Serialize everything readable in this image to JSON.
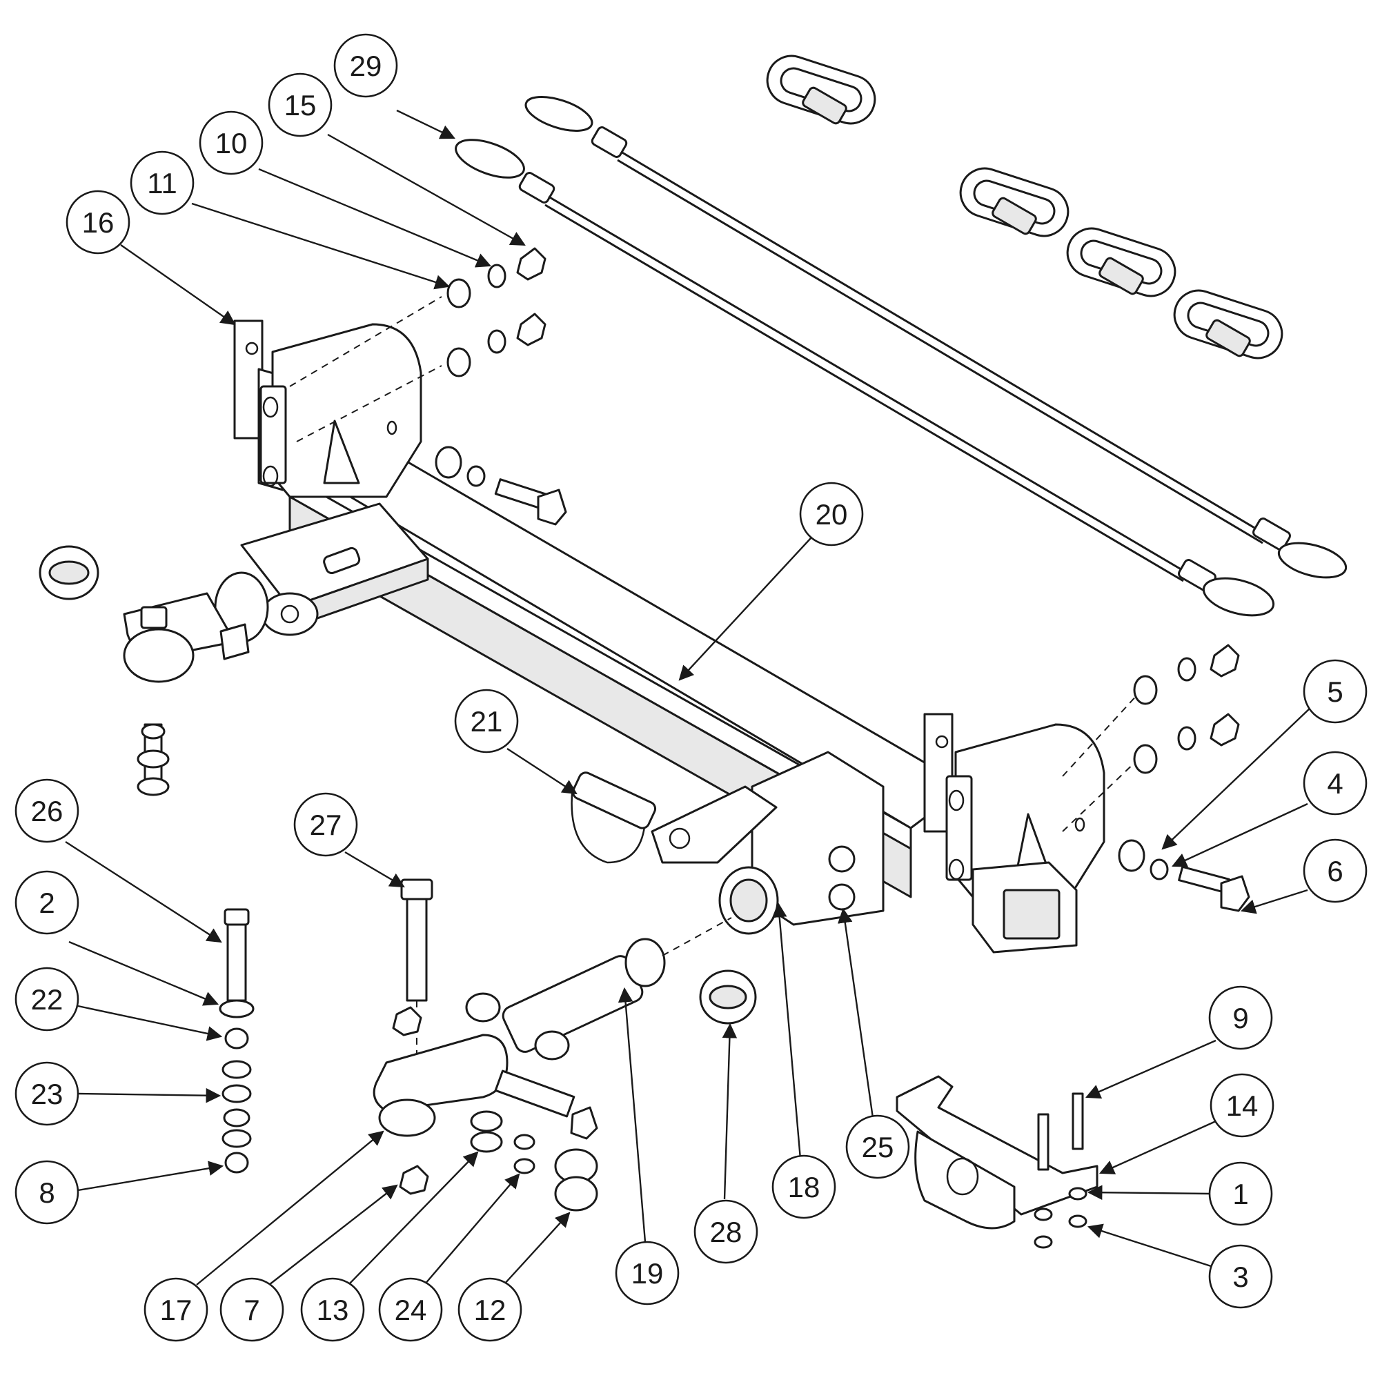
{
  "diagram": {
    "callouts": [
      {
        "label": "29"
      },
      {
        "label": "15"
      },
      {
        "label": "10"
      },
      {
        "label": "11"
      },
      {
        "label": "16"
      },
      {
        "label": "20"
      },
      {
        "label": "21"
      },
      {
        "label": "5"
      },
      {
        "label": "4"
      },
      {
        "label": "6"
      },
      {
        "label": "26"
      },
      {
        "label": "27"
      },
      {
        "label": "2"
      },
      {
        "label": "22"
      },
      {
        "label": "23"
      },
      {
        "label": "8"
      },
      {
        "label": "9"
      },
      {
        "label": "14"
      },
      {
        "label": "1"
      },
      {
        "label": "3"
      },
      {
        "label": "25"
      },
      {
        "label": "18"
      },
      {
        "label": "28"
      },
      {
        "label": "19"
      },
      {
        "label": "17"
      },
      {
        "label": "7"
      },
      {
        "label": "13"
      },
      {
        "label": "24"
      },
      {
        "label": "12"
      }
    ]
  }
}
